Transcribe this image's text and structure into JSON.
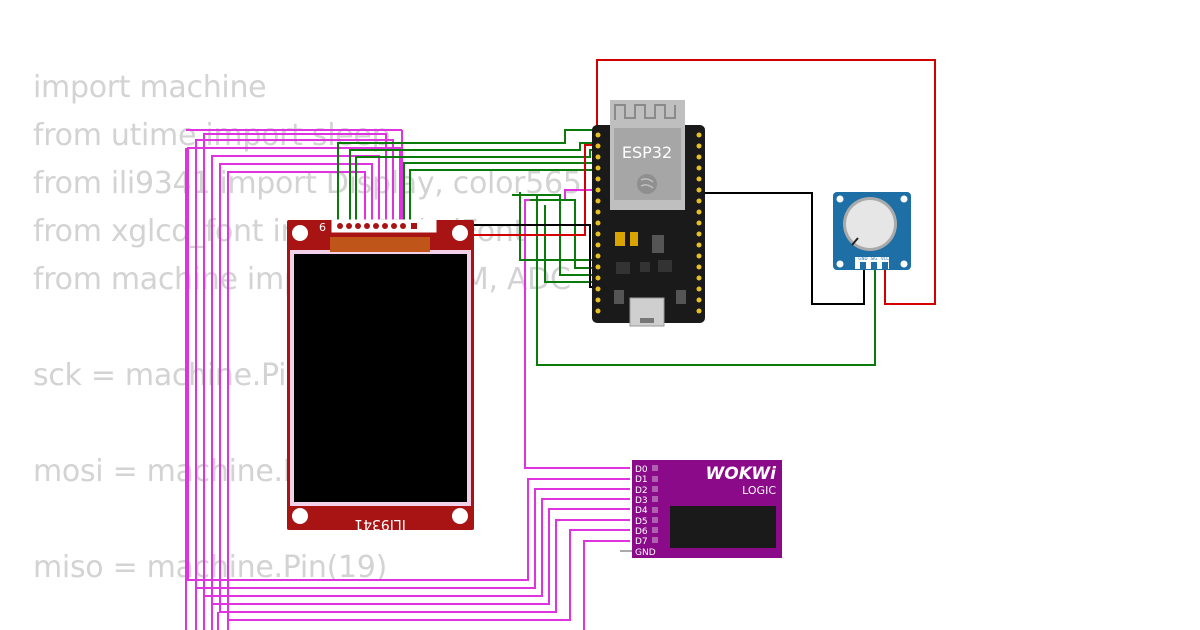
{
  "code": {
    "lines": [
      "import machine",
      "from utime import sleep",
      "from ili9341 import Display, color565",
      "from xglcd_font import XglcdFont",
      "from machine import Pin, PWM, ADC",
      "",
      "sck = machine.Pin(18)",
      "",
      "mosi = machine.Pin(23)",
      "",
      "miso = machine.Pin(19)"
    ]
  },
  "components": {
    "esp32": {
      "label": "ESP32",
      "accent": "#1a1a1a"
    },
    "display": {
      "label": "ILI9341",
      "pin_first": "9",
      "pin_last": "1",
      "color": "#a81414"
    },
    "potentiometer": {
      "pins": [
        "GND",
        "SIG",
        "VCC"
      ],
      "color": "#1d6fa5"
    },
    "logic_analyzer": {
      "brand": "WOKWi",
      "label": "LOGIC",
      "pins": [
        "D0",
        "D1",
        "D2",
        "D3",
        "D4",
        "D5",
        "D6",
        "D7",
        "GND"
      ],
      "color": "#8a0a8a"
    }
  },
  "wire_colors": {
    "power": "#d40000",
    "signal": "#0a7a0a",
    "ground": "#000000",
    "logic": "#e033e0"
  }
}
